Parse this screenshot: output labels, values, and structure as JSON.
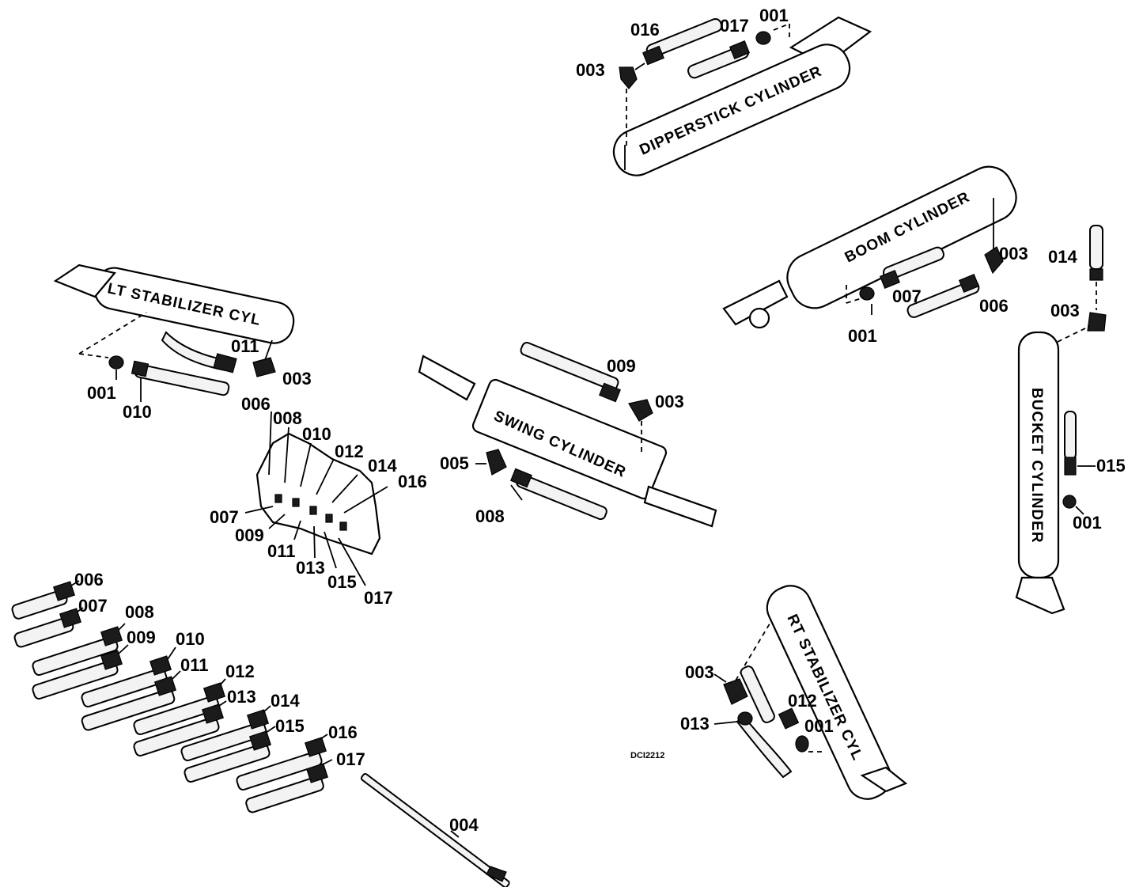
{
  "figure_id": "DCI2212",
  "cylinder_labels": {
    "dipperstick": "DIPPERSTICK CYLINDER",
    "boom": "BOOM CYLINDER",
    "lt_stabilizer": "LT STABILIZER CYL",
    "swing": "SWING CYLINDER",
    "bucket": "BUCKET CYLINDER",
    "rt_stabilizer": "RT STABILIZER CYL"
  },
  "callouts": {
    "dip_016": "016",
    "dip_017": "017",
    "dip_001": "001",
    "dip_003": "003",
    "boom_003": "003",
    "boom_007": "007",
    "boom_006": "006",
    "boom_001": "001",
    "buck_014": "014",
    "buck_003": "003",
    "buck_015": "015",
    "buck_001": "001",
    "lt_011": "011",
    "lt_003": "003",
    "lt_001": "001",
    "lt_010": "010",
    "sw_009": "009",
    "sw_003": "003",
    "sw_005": "005",
    "sw_008": "008",
    "rt_003": "003",
    "rt_012": "012",
    "rt_013": "013",
    "rt_001": "001",
    "valve_006": "006",
    "valve_008": "008",
    "valve_010": "010",
    "valve_012": "012",
    "valve_014": "014",
    "valve_016": "016",
    "valve_007": "007",
    "valve_009": "009",
    "valve_011": "011",
    "valve_013": "013",
    "valve_015": "015",
    "valve_017": "017",
    "h006": "006",
    "h007": "007",
    "h008": "008",
    "h009": "009",
    "h010": "010",
    "h011": "011",
    "h012": "012",
    "h013": "013",
    "h014": "014",
    "h015": "015",
    "h016": "016",
    "h017": "017",
    "tube_004": "004"
  }
}
